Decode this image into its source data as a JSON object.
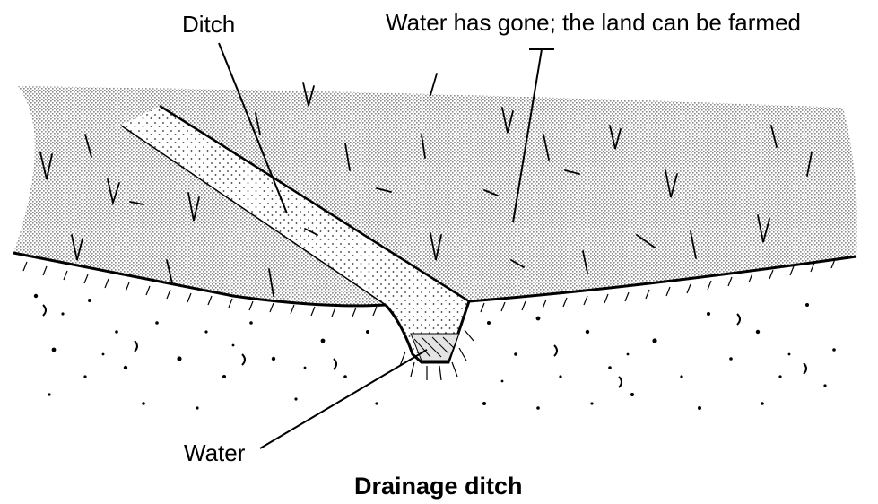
{
  "labels": {
    "ditch": "Ditch",
    "farmland": "Water has gone; the land can be farmed",
    "water": "Water"
  },
  "caption": "Drainage ditch",
  "colors": {
    "ink": "#000000",
    "background": "#ffffff",
    "field_shading": "#c9c9c9"
  }
}
